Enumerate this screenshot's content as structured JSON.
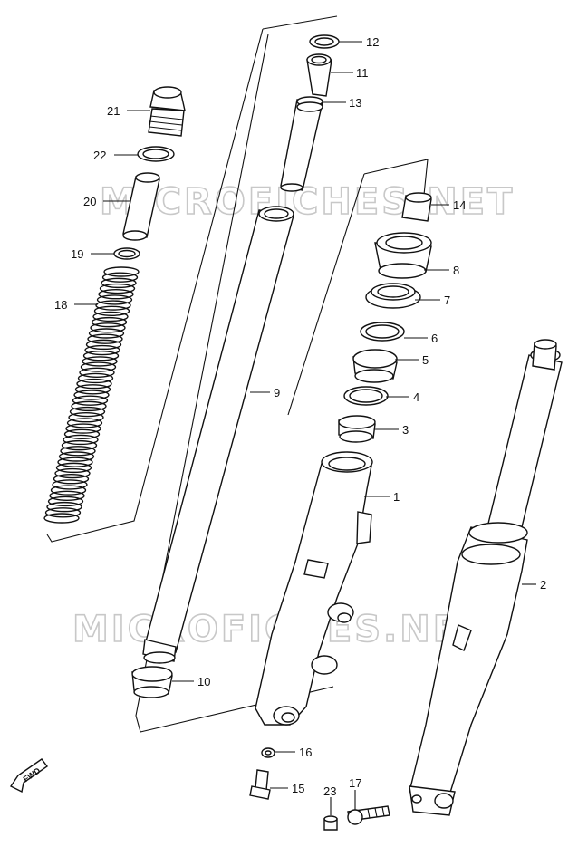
{
  "watermarks": [
    "MICROFICHES.NET",
    "MICROFICHES.NET"
  ],
  "fwd_label": "FWD",
  "callouts": {
    "c1": "1",
    "c2": "2",
    "c3": "3",
    "c4": "4",
    "c5": "5",
    "c6": "6",
    "c7": "7",
    "c8": "8",
    "c9": "9",
    "c10": "10",
    "c11": "11",
    "c12": "12",
    "c13": "13",
    "c14": "14",
    "c15": "15",
    "c16": "16",
    "c17": "17",
    "c18": "18",
    "c19": "19",
    "c20": "20",
    "c21": "21",
    "c22": "22",
    "c23": "23"
  }
}
